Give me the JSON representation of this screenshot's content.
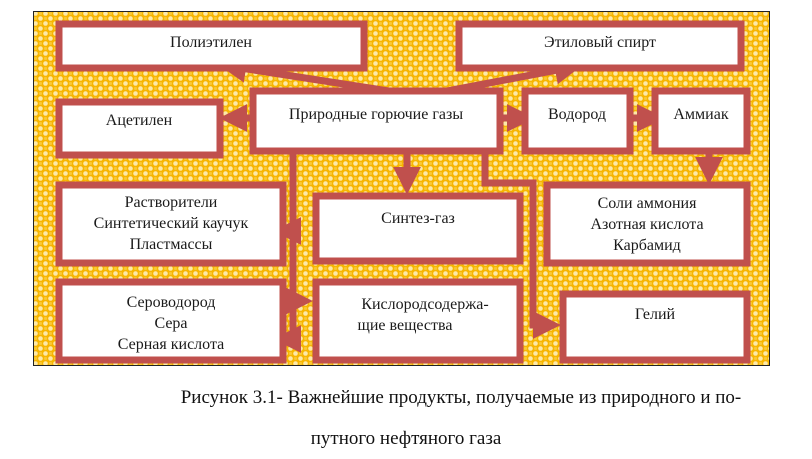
{
  "diagram": {
    "colors": {
      "background": "#f7b500",
      "dot": "#fde9a8",
      "border": "#c0504d",
      "box_fill": "#ffffff",
      "frame": "#222222"
    },
    "nodes": [
      {
        "id": "polyethylene",
        "lines": [
          "Полиэтилен"
        ]
      },
      {
        "id": "ethyl-alcohol",
        "lines": [
          "Этиловый спирт"
        ]
      },
      {
        "id": "acetylene",
        "lines": [
          "Ацетилен"
        ]
      },
      {
        "id": "natural-gases",
        "lines": [
          "Природные горючие газы"
        ]
      },
      {
        "id": "hydrogen",
        "lines": [
          "Водород"
        ]
      },
      {
        "id": "ammonia",
        "lines": [
          "Аммиак"
        ]
      },
      {
        "id": "solvents",
        "lines": [
          "Растворители",
          "Синтетический каучук",
          "Пластмассы"
        ]
      },
      {
        "id": "syngas",
        "lines": [
          "Синтез-газ"
        ]
      },
      {
        "id": "ammonium-salts",
        "lines": [
          "Соли аммония",
          "Азотная кислота",
          "Карбамид"
        ]
      },
      {
        "id": "sulfur",
        "lines": [
          "Сероводород",
          "Сера",
          "Серная кислота"
        ]
      },
      {
        "id": "oxygenates",
        "lines": [
          "Кислородсодержа-",
          "щие вещества"
        ]
      },
      {
        "id": "helium",
        "lines": [
          "Гелий"
        ]
      }
    ],
    "edges": [
      {
        "from": "natural-gases",
        "to": "polyethylene"
      },
      {
        "from": "natural-gases",
        "to": "ethyl-alcohol"
      },
      {
        "from": "natural-gases",
        "to": "acetylene"
      },
      {
        "from": "natural-gases",
        "to": "hydrogen"
      },
      {
        "from": "hydrogen",
        "to": "ammonia"
      },
      {
        "from": "ammonia",
        "to": "ammonium-salts"
      },
      {
        "from": "natural-gases",
        "to": "syngas"
      },
      {
        "from": "natural-gases",
        "to": "solvents"
      },
      {
        "from": "natural-gases",
        "to": "oxygenates"
      },
      {
        "from": "natural-gases",
        "to": "sulfur"
      },
      {
        "from": "natural-gases",
        "to": "helium"
      }
    ]
  },
  "caption": {
    "line1": "Рисунок 3.1- Важнейшие продукты, получаемые из природного и по-",
    "line2": "путного нефтяного газа"
  }
}
